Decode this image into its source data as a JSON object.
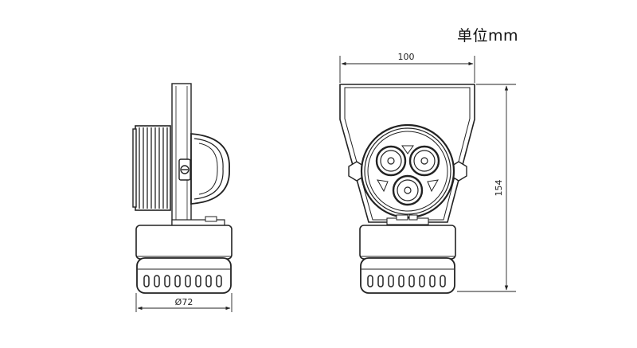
{
  "unit_label": "单位mm",
  "dimensions": {
    "front_width": "100",
    "front_height": "154",
    "side_base_diameter": "Ø72"
  }
}
